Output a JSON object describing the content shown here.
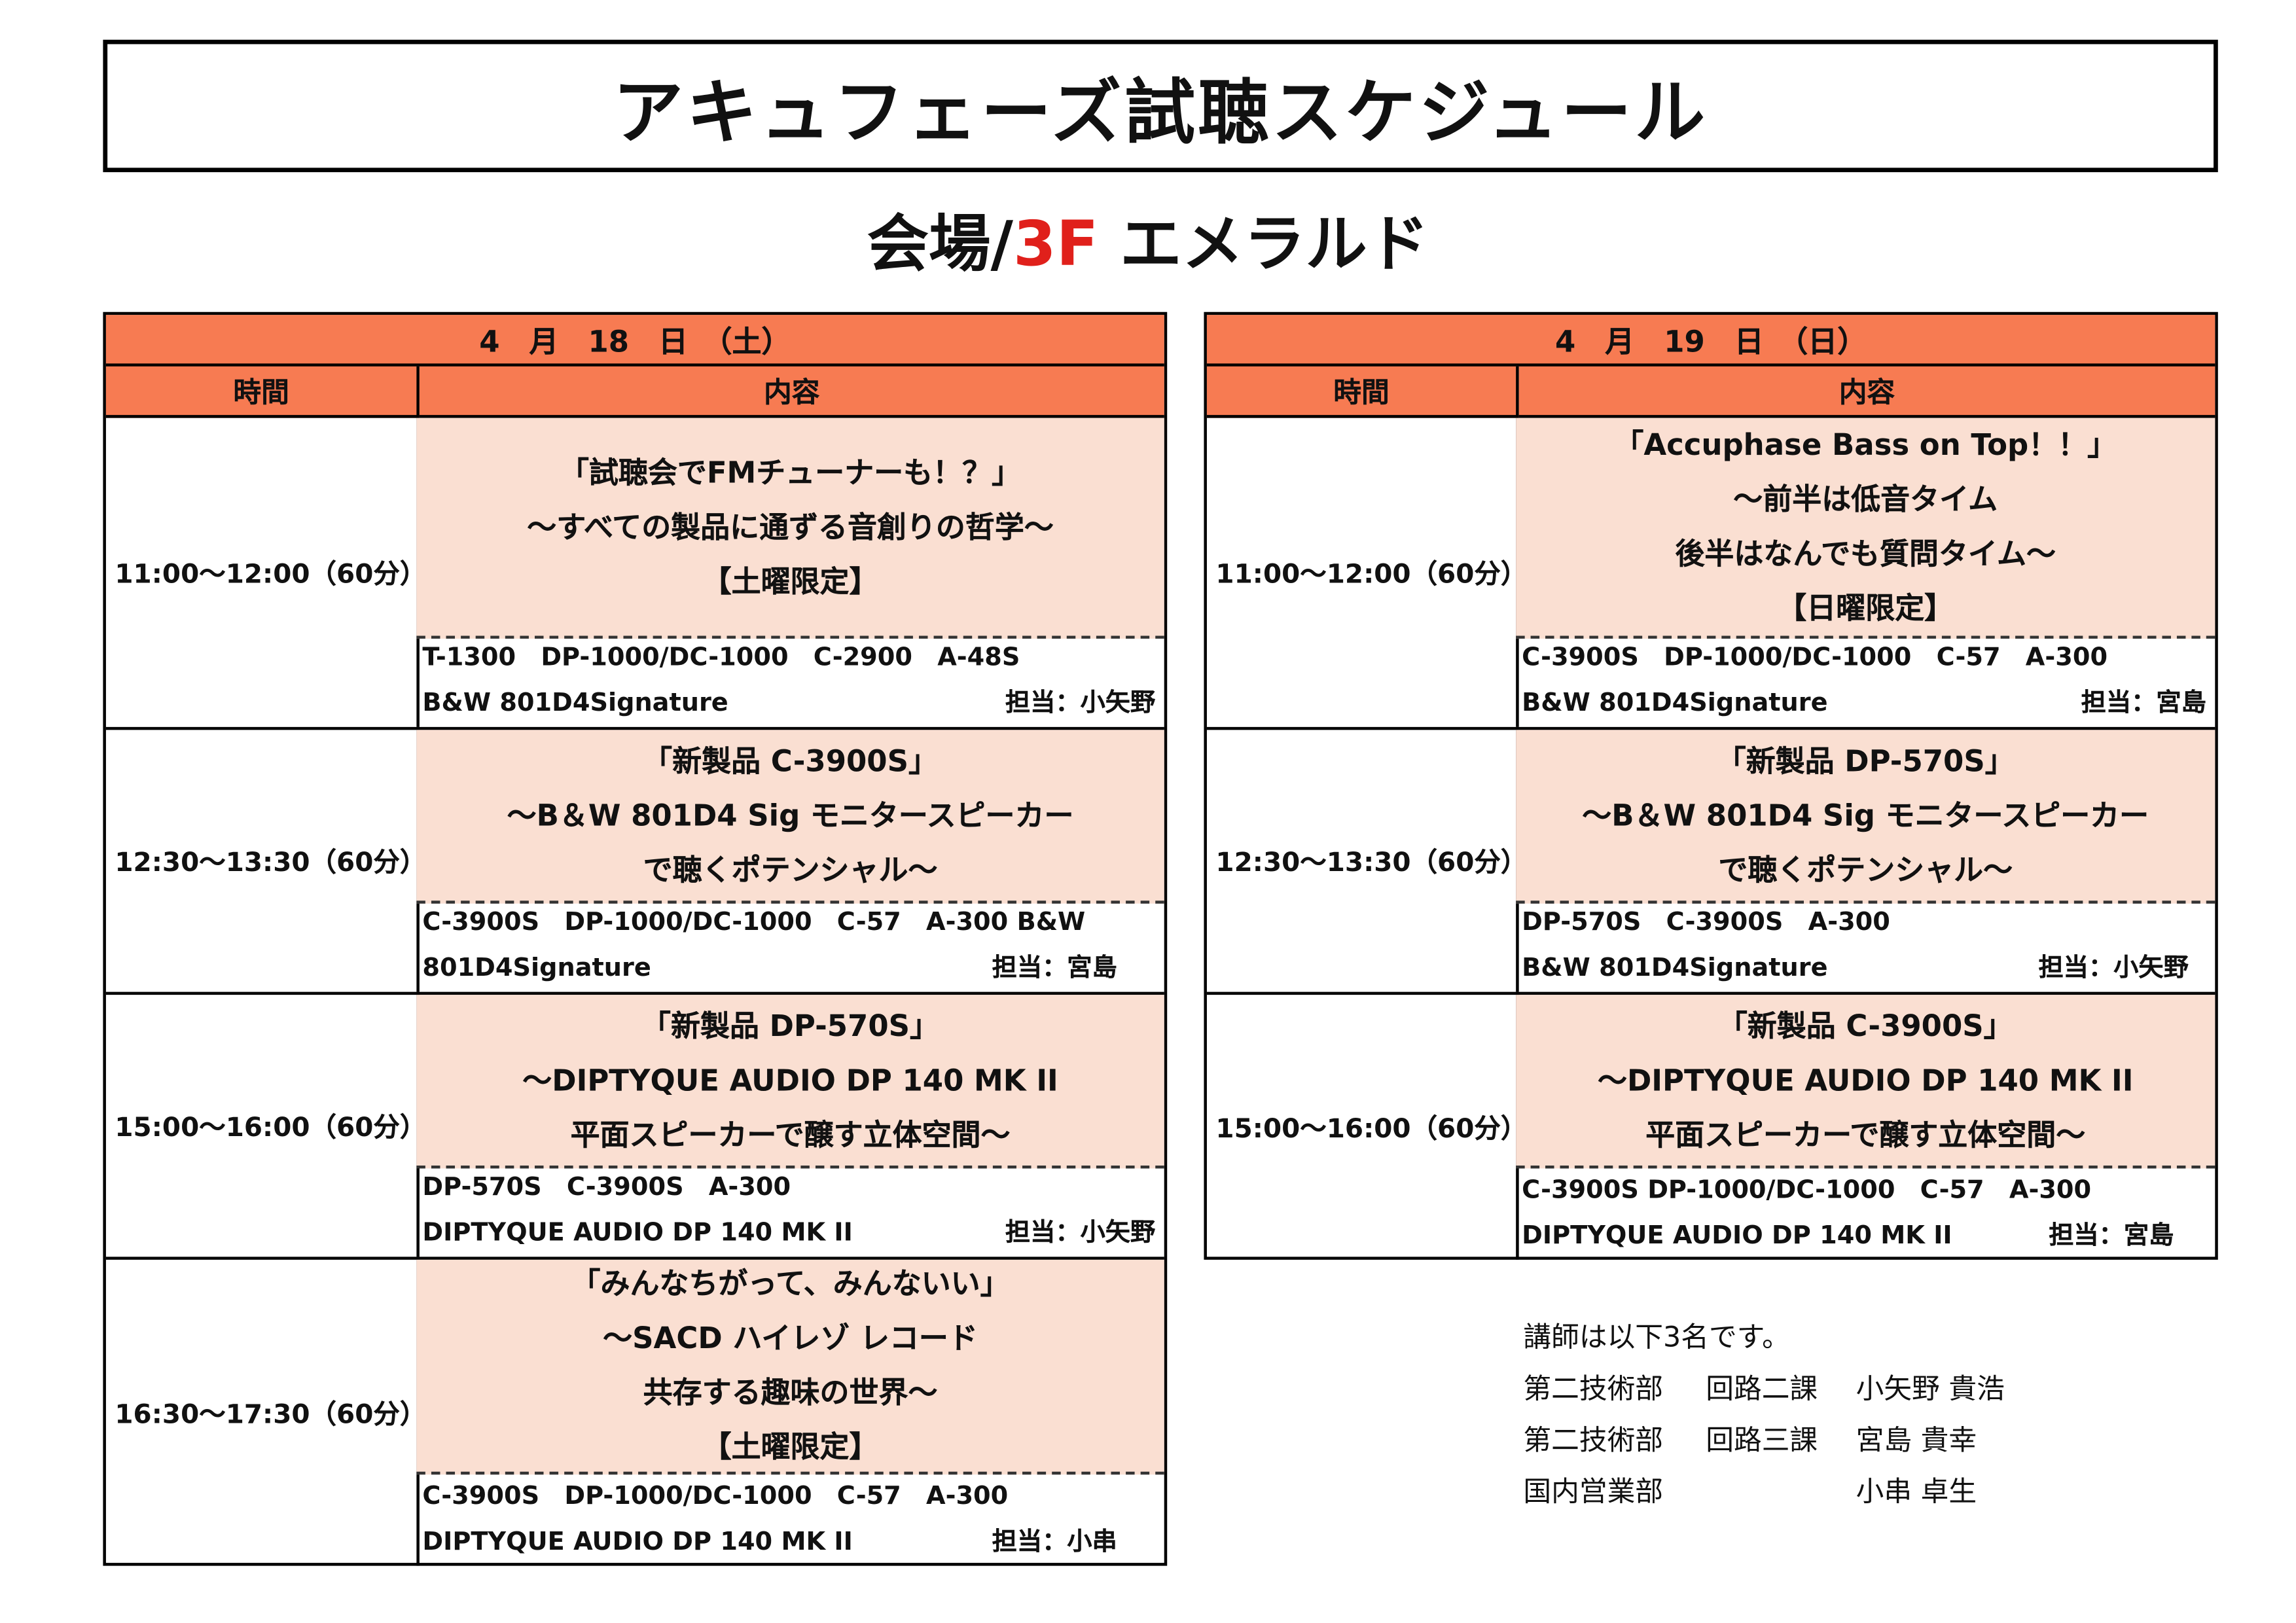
{
  "title": "アキュフェーズ試聴スケジュール",
  "subtitle": {
    "prefix": "会場/",
    "floor": "3F",
    "room": " エメラルド"
  },
  "colors": {
    "header": "#F77B52",
    "content": "#FADFD2",
    "floor": "#e0201b"
  },
  "days": [
    {
      "date": "4　月　18　日　（土）",
      "time_header": "時間",
      "content_header": "内容",
      "sessions": [
        {
          "time": "11:00～12:00（60分）",
          "title_lines": [
            "「試聴会でFMチューナーも！？」",
            "～すべての製品に通ずる音創りの哲学～",
            "【土曜限定】"
          ],
          "detail_1": "T-1300　DP-1000/DC-1000　C-2900　A-48S",
          "detail_2": "B&W 801D4Signature",
          "presenter": "担当：小矢野"
        },
        {
          "time": "12:30～13:30（60分）",
          "title_lines": [
            "「新製品 C-3900S」",
            "～B＆W 801D4 Sig モニタースピーカー",
            "で聴くポテンシャル～"
          ],
          "detail_1": "C-3900S　DP-1000/DC-1000　C-57　A-300 B&W",
          "detail_2": "801D4Signature",
          "presenter": "担当：宮島"
        },
        {
          "time": "15:00～16:00（60分）",
          "title_lines": [
            "「新製品 DP-570S」",
            "～DIPTYQUE AUDIO DP 140 MK II",
            "平面スピーカーで醸す立体空間～"
          ],
          "detail_1": "DP-570S　C-3900S　A-300",
          "detail_2": "DIPTYQUE AUDIO DP 140 MK II",
          "presenter": "担当：小矢野"
        },
        {
          "time": "16:30～17:30（60分）",
          "title_lines": [
            "「みんなちがって、みんないい」",
            "～SACD ハイレゾ レコード",
            "共存する趣味の世界～",
            "【土曜限定】"
          ],
          "detail_1": "C-3900S　DP-1000/DC-1000　C-57　A-300",
          "detail_2": "DIPTYQUE AUDIO DP 140 MK II",
          "presenter": "担当：小串"
        }
      ]
    },
    {
      "date": "4　月　19　日　（日）",
      "time_header": "時間",
      "content_header": "内容",
      "sessions": [
        {
          "time": "11:00～12:00（60分）",
          "title_lines": [
            "「Accuphase Bass on Top！！」",
            "～前半は低音タイム",
            "後半はなんでも質問タイム～",
            "【日曜限定】"
          ],
          "detail_1": "C-3900S　DP-1000/DC-1000　C-57　A-300",
          "detail_2": "B&W 801D4Signature",
          "presenter": "担当：宮島"
        },
        {
          "time": "12:30～13:30（60分）",
          "title_lines": [
            "「新製品 DP-570S」",
            "～B＆W 801D4 Sig モニタースピーカー",
            "で聴くポテンシャル～"
          ],
          "detail_1": "DP-570S　C-3900S　A-300",
          "detail_2": "B&W 801D4Signature",
          "presenter": "担当：小矢野"
        },
        {
          "time": "15:00～16:00（60分）",
          "title_lines": [
            "「新製品 C-3900S」",
            "～DIPTYQUE AUDIO DP 140 MK II",
            "平面スピーカーで醸す立体空間～"
          ],
          "detail_1": "C-3900S DP-1000/DC-1000　C-57　A-300",
          "detail_2": "DIPTYQUE AUDIO DP 140 MK II",
          "presenter": "担当：宮島"
        }
      ]
    }
  ],
  "notes": {
    "intro": "講師は以下3名です。",
    "instructors": [
      {
        "dept": "第二技術部",
        "section": "回路二課",
        "name": "小矢野 貴浩"
      },
      {
        "dept": "第二技術部",
        "section": "回路三課",
        "name": "宮島 貴幸"
      },
      {
        "dept": "国内営業部",
        "section": "",
        "name": "小串 卓生"
      }
    ]
  }
}
